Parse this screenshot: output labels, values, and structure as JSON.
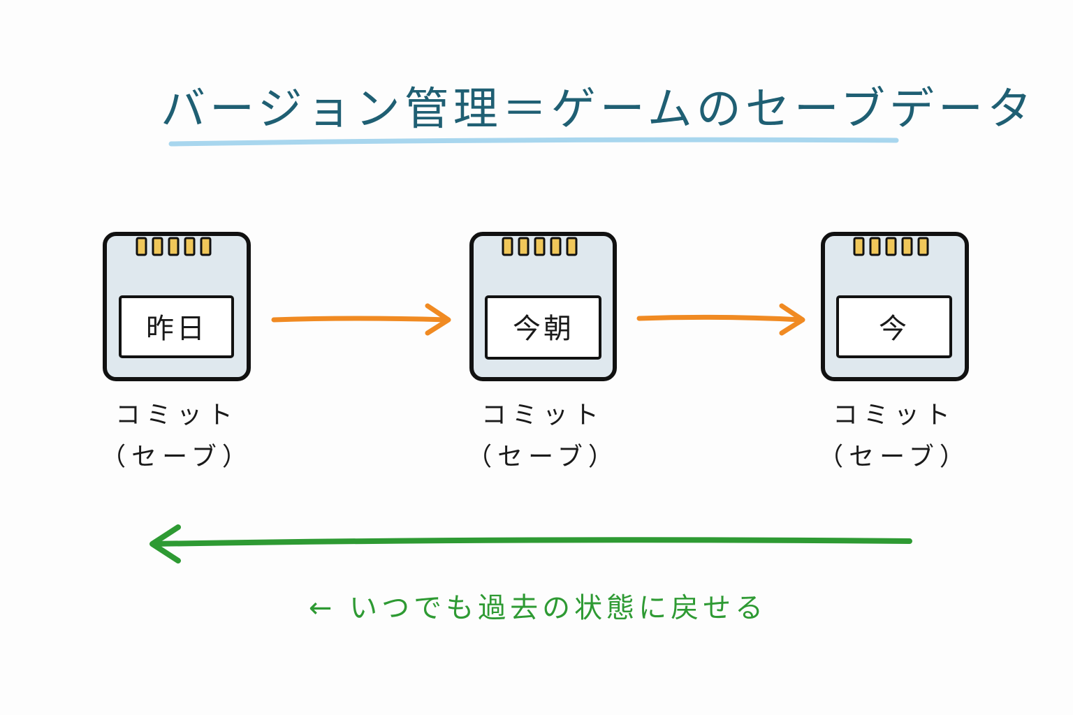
{
  "title": "バージョン管理＝ゲームのセーブデータ",
  "cards": [
    {
      "label": "昨日",
      "caption_line1": "コミット",
      "caption_line2": "（セーブ）"
    },
    {
      "label": "今朝",
      "caption_line1": "コミット",
      "caption_line2": "（セーブ）"
    },
    {
      "label": "今",
      "caption_line1": "コミット",
      "caption_line2": "（セーブ）"
    }
  ],
  "back_text": "← いつでも過去の状態に戻せる",
  "colors": {
    "title": "#1f5f73",
    "underline": "#a8d6ee",
    "card_fill": "#dfe8ee",
    "card_stroke": "#111111",
    "contacts": "#f0c75a",
    "forward_arrow": "#f08a22",
    "back_arrow": "#2e9a33"
  }
}
